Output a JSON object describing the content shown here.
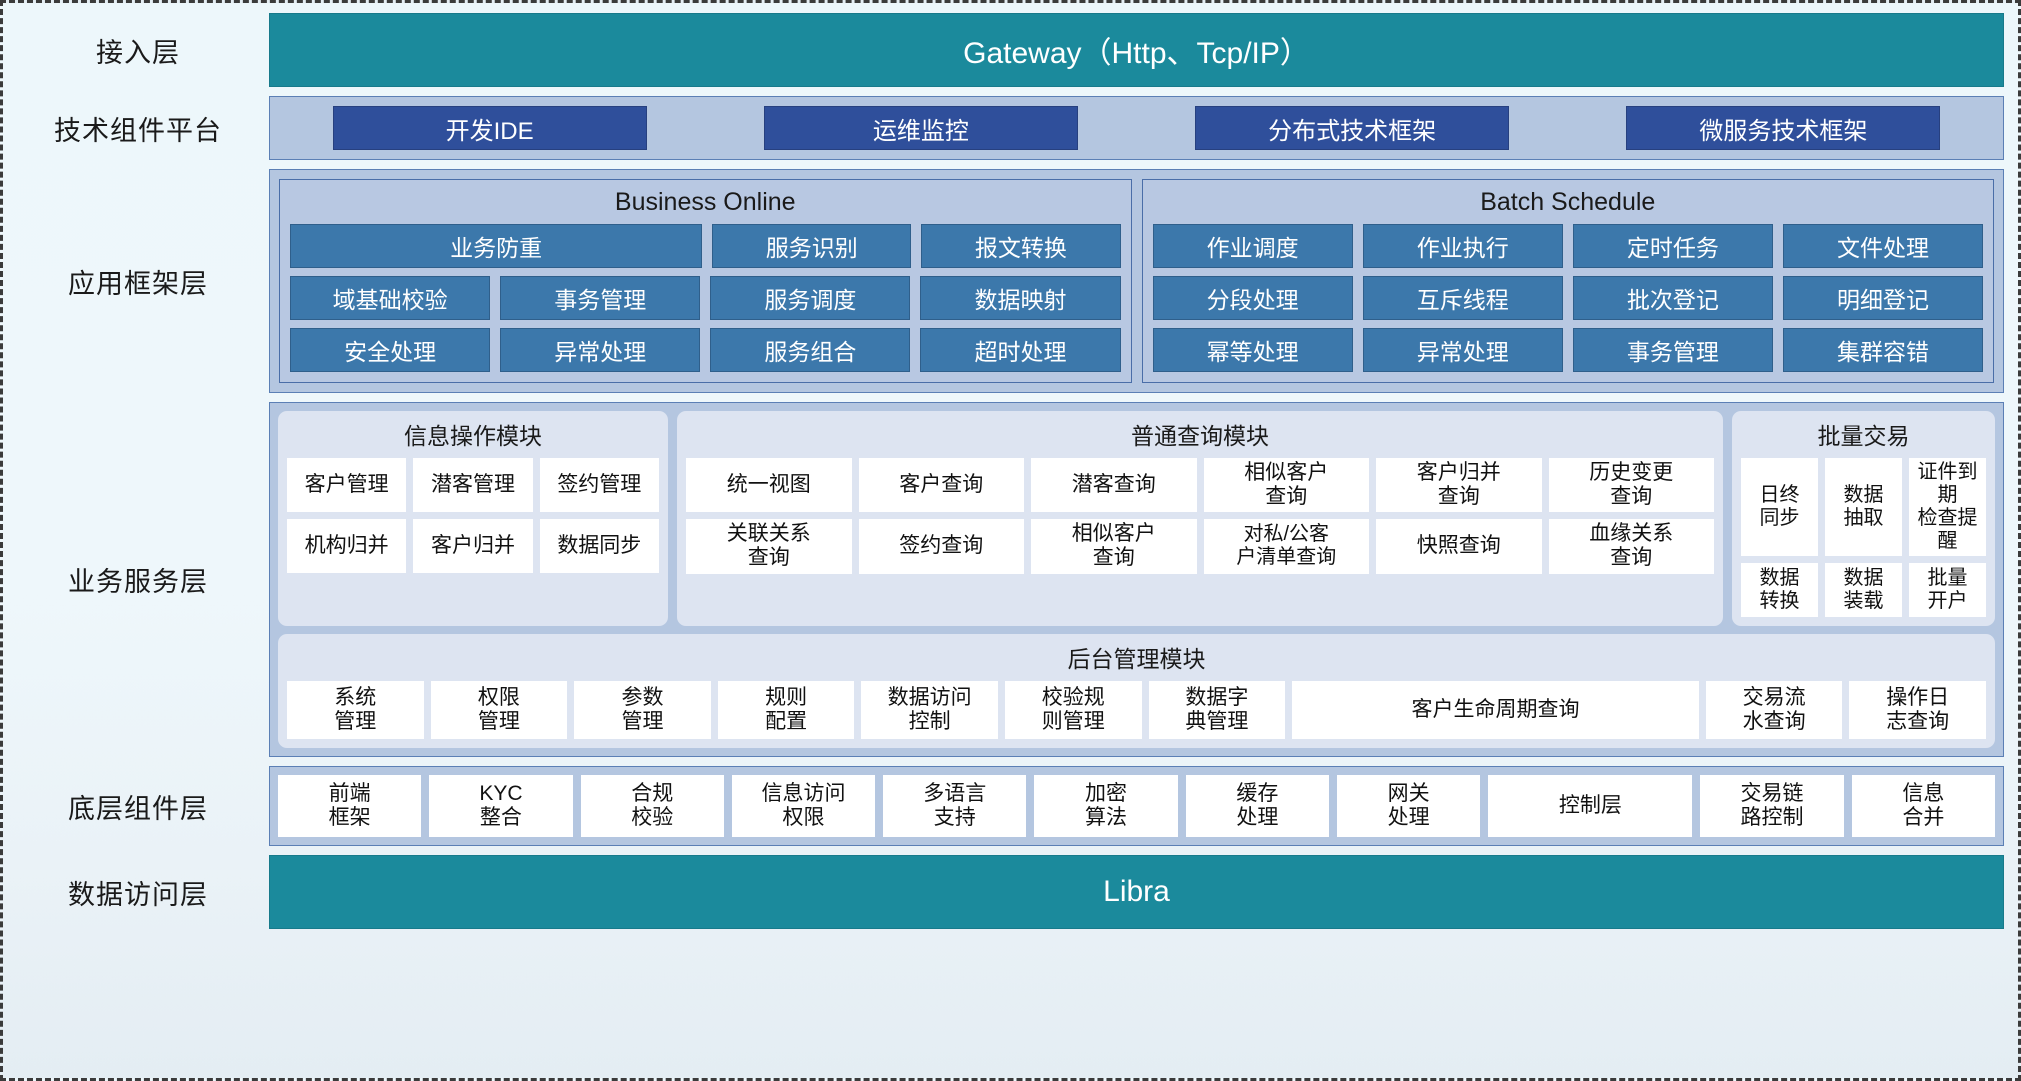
{
  "layers": [
    {
      "name": "接入层"
    },
    {
      "name": "技术组件平台"
    },
    {
      "name": "应用框架层"
    },
    {
      "name": "业务服务层"
    },
    {
      "name": "底层组件层"
    },
    {
      "name": "数据访问层"
    }
  ],
  "gateway": {
    "title": "Gateway（Http、Tcp/IP）"
  },
  "data_access": {
    "title": "Libra"
  },
  "tech_platform": {
    "items": [
      "开发IDE",
      "运维监控",
      "分布式技术框架",
      "微服务技术框架"
    ]
  },
  "app_framework": {
    "groups": [
      {
        "title": "Business Online",
        "rows": [
          [
            "业务防重",
            "服务识别",
            "报文转换"
          ],
          [
            "域基础校验",
            "事务管理",
            "服务调度",
            "数据映射"
          ],
          [
            "安全处理",
            "异常处理",
            "服务组合",
            "超时处理"
          ]
        ]
      },
      {
        "title": "Batch Schedule",
        "rows": [
          [
            "作业调度",
            "作业执行",
            "定时任务",
            "文件处理"
          ],
          [
            "分段处理",
            "互斥线程",
            "批次登记",
            "明细登记"
          ],
          [
            "幂等处理",
            "异常处理",
            "事务管理",
            "集群容错"
          ]
        ]
      }
    ]
  },
  "business_service": {
    "modules": [
      {
        "title": "信息操作模块",
        "rows": [
          [
            "客户管理",
            "潜客管理",
            "签约管理"
          ],
          [
            "机构归并",
            "客户归并",
            "数据同步"
          ]
        ]
      },
      {
        "title": "普通查询模块",
        "rows": [
          [
            "统一视图",
            "客户查询",
            "潜客查询",
            "相似客户\n查询",
            "客户归并\n查询",
            "历史变更\n查询"
          ],
          [
            "关联关系\n查询",
            "签约查询",
            "相似客户\n查询",
            "对私/公客\n户清单查询",
            "快照查询",
            "血缘关系\n查询"
          ]
        ]
      },
      {
        "title": "批量交易",
        "rows": [
          [
            "日终\n同步",
            "数据\n抽取",
            "证件到期\n检查提醒"
          ],
          [
            "数据\n转换",
            "数据\n装载",
            "批量\n开户"
          ]
        ]
      }
    ],
    "admin_module": {
      "title": "后台管理模块",
      "items": [
        "系统\n管理",
        "权限\n管理",
        "参数\n管理",
        "规则\n配置",
        "数据访问\n控制",
        "校验规\n则管理",
        "数据字\n典管理",
        "客户生命周期查询",
        "交易流\n水查询",
        "操作日\n志查询"
      ]
    }
  },
  "bottom_components": {
    "items": [
      "前端\n框架",
      "KYC\n整合",
      "合规\n校验",
      "信息访问\n权限",
      "多语言\n支持",
      "加密\n算法",
      "缓存\n处理",
      "网关\n处理",
      "控制层",
      "交易链\n路控制",
      "信息\n合并"
    ]
  },
  "colors": {
    "teal": "#1b8a9c",
    "band": "#b4c6e0",
    "chip_dark_blue": "#2f4f9b",
    "chip_blue": "#3c78ab",
    "module_bg": "#dde4f1",
    "cell_bg": "#ffffff"
  }
}
